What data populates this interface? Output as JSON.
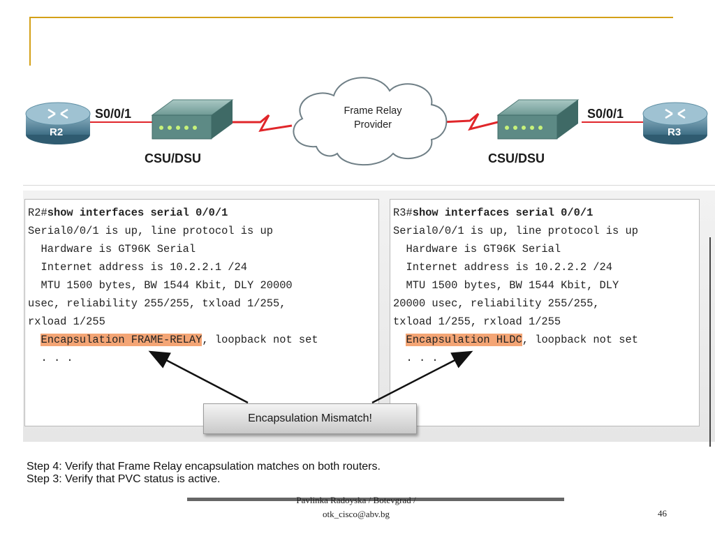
{
  "topology": {
    "left_router_label": "R2",
    "right_router_label": "R3",
    "left_interface": "S0/0/1",
    "right_interface": "S0/0/1",
    "left_device_label": "CSU/DSU",
    "right_device_label": "CSU/DSU",
    "cloud_line1": "Frame Relay",
    "cloud_line2": "Provider"
  },
  "r2_output": {
    "prompt": "R2#",
    "command": "show interfaces serial 0/0/1",
    "lines": [
      "Serial0/0/1 is up, line protocol is up",
      "  Hardware is GT96K Serial",
      "  Internet address is 10.2.2.1 /24",
      "  MTU 1500 bytes, BW 1544 Kbit, DLY 20000",
      "usec, reliability 255/255, txload 1/255,",
      "rxload 1/255"
    ],
    "encap_indent": "  ",
    "encap_highlight": "Encapsulation FRAME-RELAY",
    "encap_rest": ", loopback not set",
    "ellipsis": "  . . ."
  },
  "r3_output": {
    "prompt": "R3#",
    "command": "show interfaces serial 0/0/1",
    "lines": [
      "Serial0/0/1 is up, line protocol is up",
      "  Hardware is GT96K Serial",
      "  Internet address is 10.2.2.2 /24",
      "  MTU 1500 bytes, BW 1544 Kbit, DLY",
      "20000 usec, reliability 255/255,",
      "txload 1/255, rxload 1/255"
    ],
    "encap_indent": "  ",
    "encap_highlight": "Encapsulation HLDC",
    "encap_rest": ", loopback not set",
    "ellipsis": "  . . ."
  },
  "callout": "Encapsulation Mismatch!",
  "step4": "Step 4: Verify that Frame Relay encapsulation matches on both routers.",
  "step3": "Step 3: Verify that PVC status is active.",
  "footer_line1": "Pavlinka Radoyska / Botevgrad /",
  "footer_line2": "otk_cisco@abv.bg",
  "page_number": "46",
  "colors": {
    "accent": "#d4a017",
    "highlight": "#f4a575",
    "link_red": "#e0262a"
  }
}
